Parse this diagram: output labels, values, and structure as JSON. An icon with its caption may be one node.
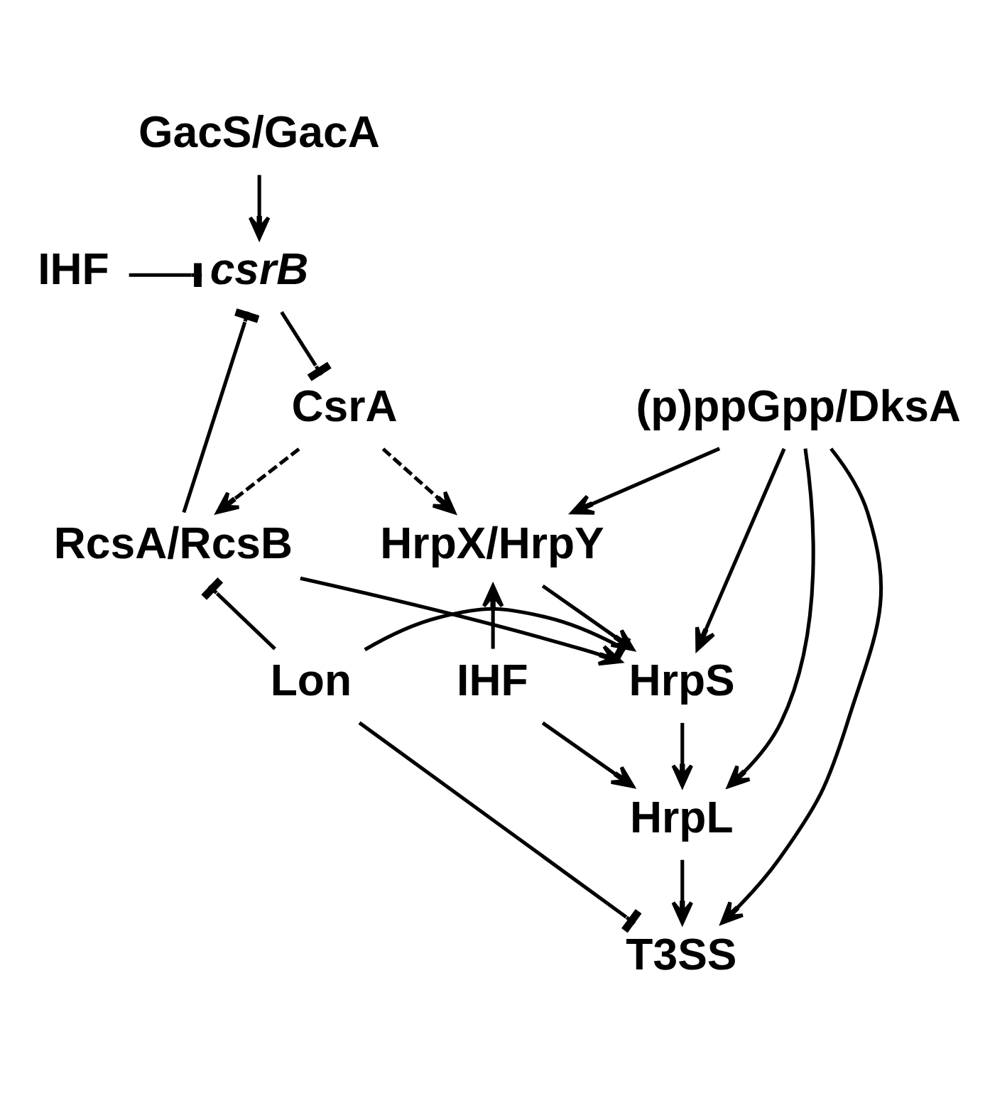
{
  "diagram": {
    "nodes": [
      {
        "text": [
          "GacS/GacA"
        ]
      },
      {
        "text": [
          "IHF"
        ]
      },
      {
        "text": [
          "csrB"
        ]
      },
      {
        "text": [
          "(p)ppGpp/DksA"
        ]
      },
      {
        "text": [
          "CsrA"
        ]
      },
      {
        "text": [
          "HrpX/HrpY"
        ]
      },
      {
        "text": [
          "RcsA/RcsB"
        ]
      },
      {
        "text": [
          "IHF"
        ]
      },
      {
        "text": [
          "HrpS"
        ]
      },
      {
        "text": [
          "Lon"
        ]
      },
      {
        "text": [
          "HrpL"
        ]
      },
      {
        "text": [
          "T3SS"
        ]
      }
    ],
    "edges": [
      {
        "from": 0,
        "to": 2,
        "arrow": "to"
      },
      {
        "from": 1,
        "to": 2,
        "arrow": "other"
      },
      {
        "from": 6,
        "to": 2,
        "arrow": "other"
      },
      {
        "from": 2,
        "to": 4,
        "arrow": "other"
      },
      {
        "from": 4,
        "to": 5,
        "arrow": "to",
        "style": "dashed"
      },
      {
        "from": 4,
        "to": 6,
        "arrow": "to",
        "style": "dashed"
      },
      {
        "from": 3,
        "to": 5,
        "arrow": "to"
      },
      {
        "from": 3,
        "to": 8,
        "arrow": "to"
      },
      {
        "from": 3,
        "to": 10,
        "arrow": "to"
      },
      {
        "from": 3,
        "to": 11,
        "arrow": "to"
      },
      {
        "from": 7,
        "to": 5,
        "arrow": "to"
      },
      {
        "from": 5,
        "to": 8,
        "arrow": "to"
      },
      {
        "from": 6,
        "to": 8,
        "arrow": "to"
      },
      {
        "from": 7,
        "to": 10,
        "arrow": "to"
      },
      {
        "from": 9,
        "to": 8,
        "arrow": "other"
      },
      {
        "from": 9,
        "to": 6,
        "arrow": "other"
      },
      {
        "from": 8,
        "to": 10,
        "arrow": "to"
      },
      {
        "from": 10,
        "to": 11,
        "arrow": "to"
      },
      {
        "from": 9,
        "to": 11,
        "arrow": "other"
      }
    ]
  }
}
